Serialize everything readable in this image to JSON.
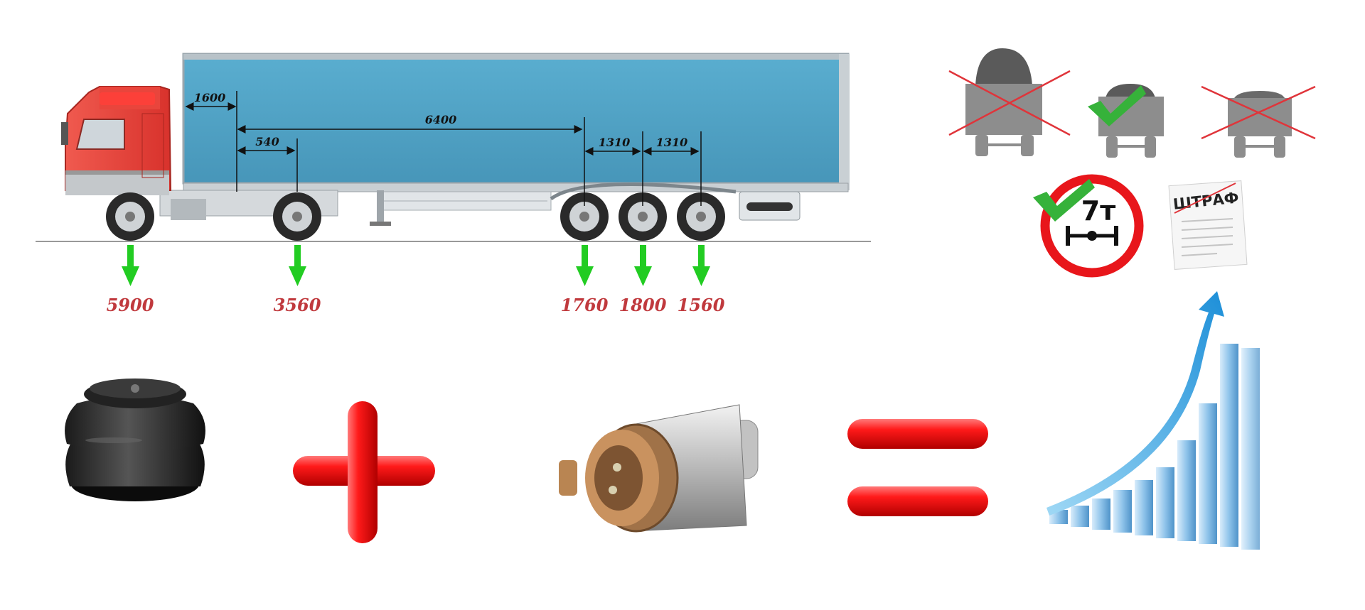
{
  "dimensions": {
    "front_overhang": "1600",
    "wheelbase": "6400",
    "kingpin_offset": "540",
    "axle_spacing_1": "1310",
    "axle_spacing_2": "1310"
  },
  "axle_loads": [
    {
      "id": "front-axle",
      "value": "5900"
    },
    {
      "id": "drive-axle",
      "value": "3560"
    },
    {
      "id": "trailer-axle-1",
      "value": "1760"
    },
    {
      "id": "trailer-axle-2",
      "value": "1800"
    },
    {
      "id": "trailer-axle-3",
      "value": "1560"
    }
  ],
  "weight_limit_sign": {
    "value": "7т"
  },
  "fine_document": {
    "label": "ШТРАФ"
  },
  "icons": {
    "overloaded": "overloaded-truck-icon",
    "correct": "correct-load-truck-icon",
    "underloaded": "underloaded-truck-icon",
    "air_spring": "air-spring-icon",
    "sensor": "pressure-sensor-icon",
    "growth_chart": "growth-chart-icon"
  },
  "colors": {
    "trailer_body": "#4fa4c7",
    "cab": "#e53d35",
    "arrow": "#22cc22",
    "load_text": "#c0393d",
    "plus_equals": "#ee1111",
    "check": "#36b23a",
    "cross": "#e0343a",
    "sign_ring": "#e8161b"
  }
}
